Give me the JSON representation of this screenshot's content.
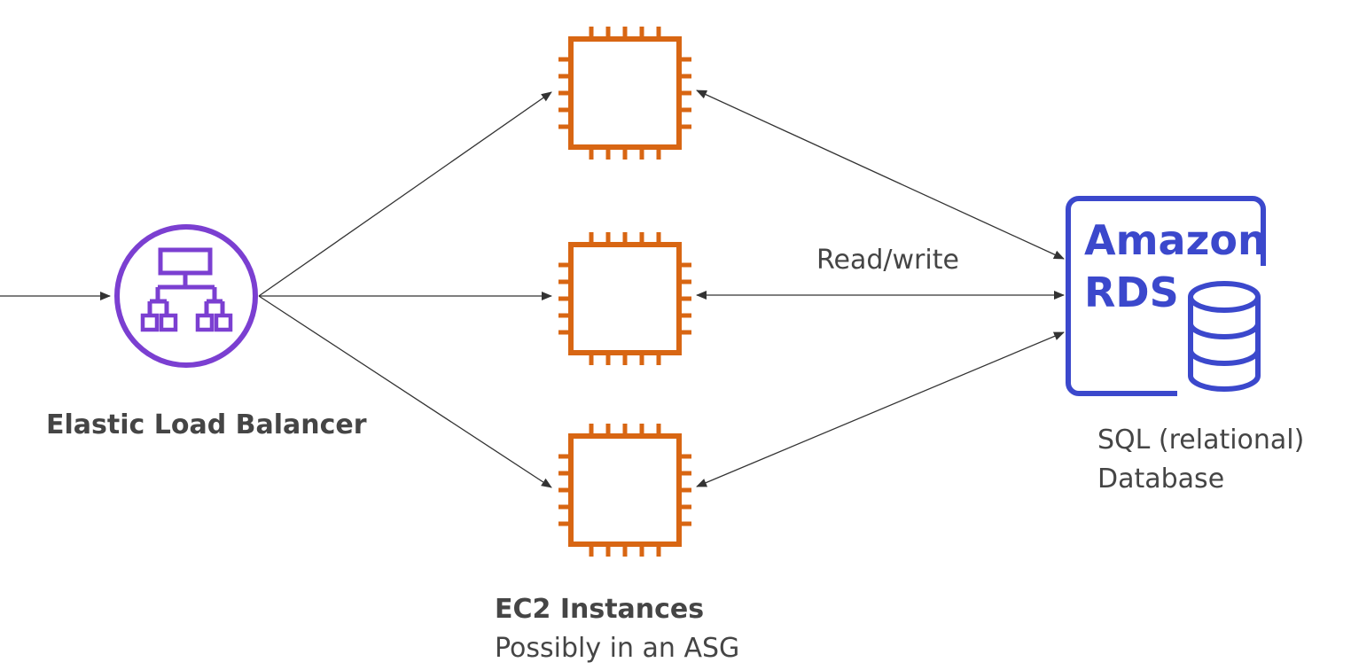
{
  "elb": {
    "label": "Elastic Load Balancer",
    "icon": "load-balancer-icon",
    "color": "#7b3fd1"
  },
  "ec2": {
    "label": "EC2 Instances",
    "sublabel": "Possibly in an ASG",
    "icon": "ec2-chip-icon",
    "color": "#d86613",
    "count": 3
  },
  "rds": {
    "logo_line1": "Amazon",
    "logo_line2": "RDS",
    "label_line1": "SQL (relational)",
    "label_line2": "Database",
    "icon": "database-icon",
    "color": "#3b48cc"
  },
  "edge_label": "Read/write"
}
